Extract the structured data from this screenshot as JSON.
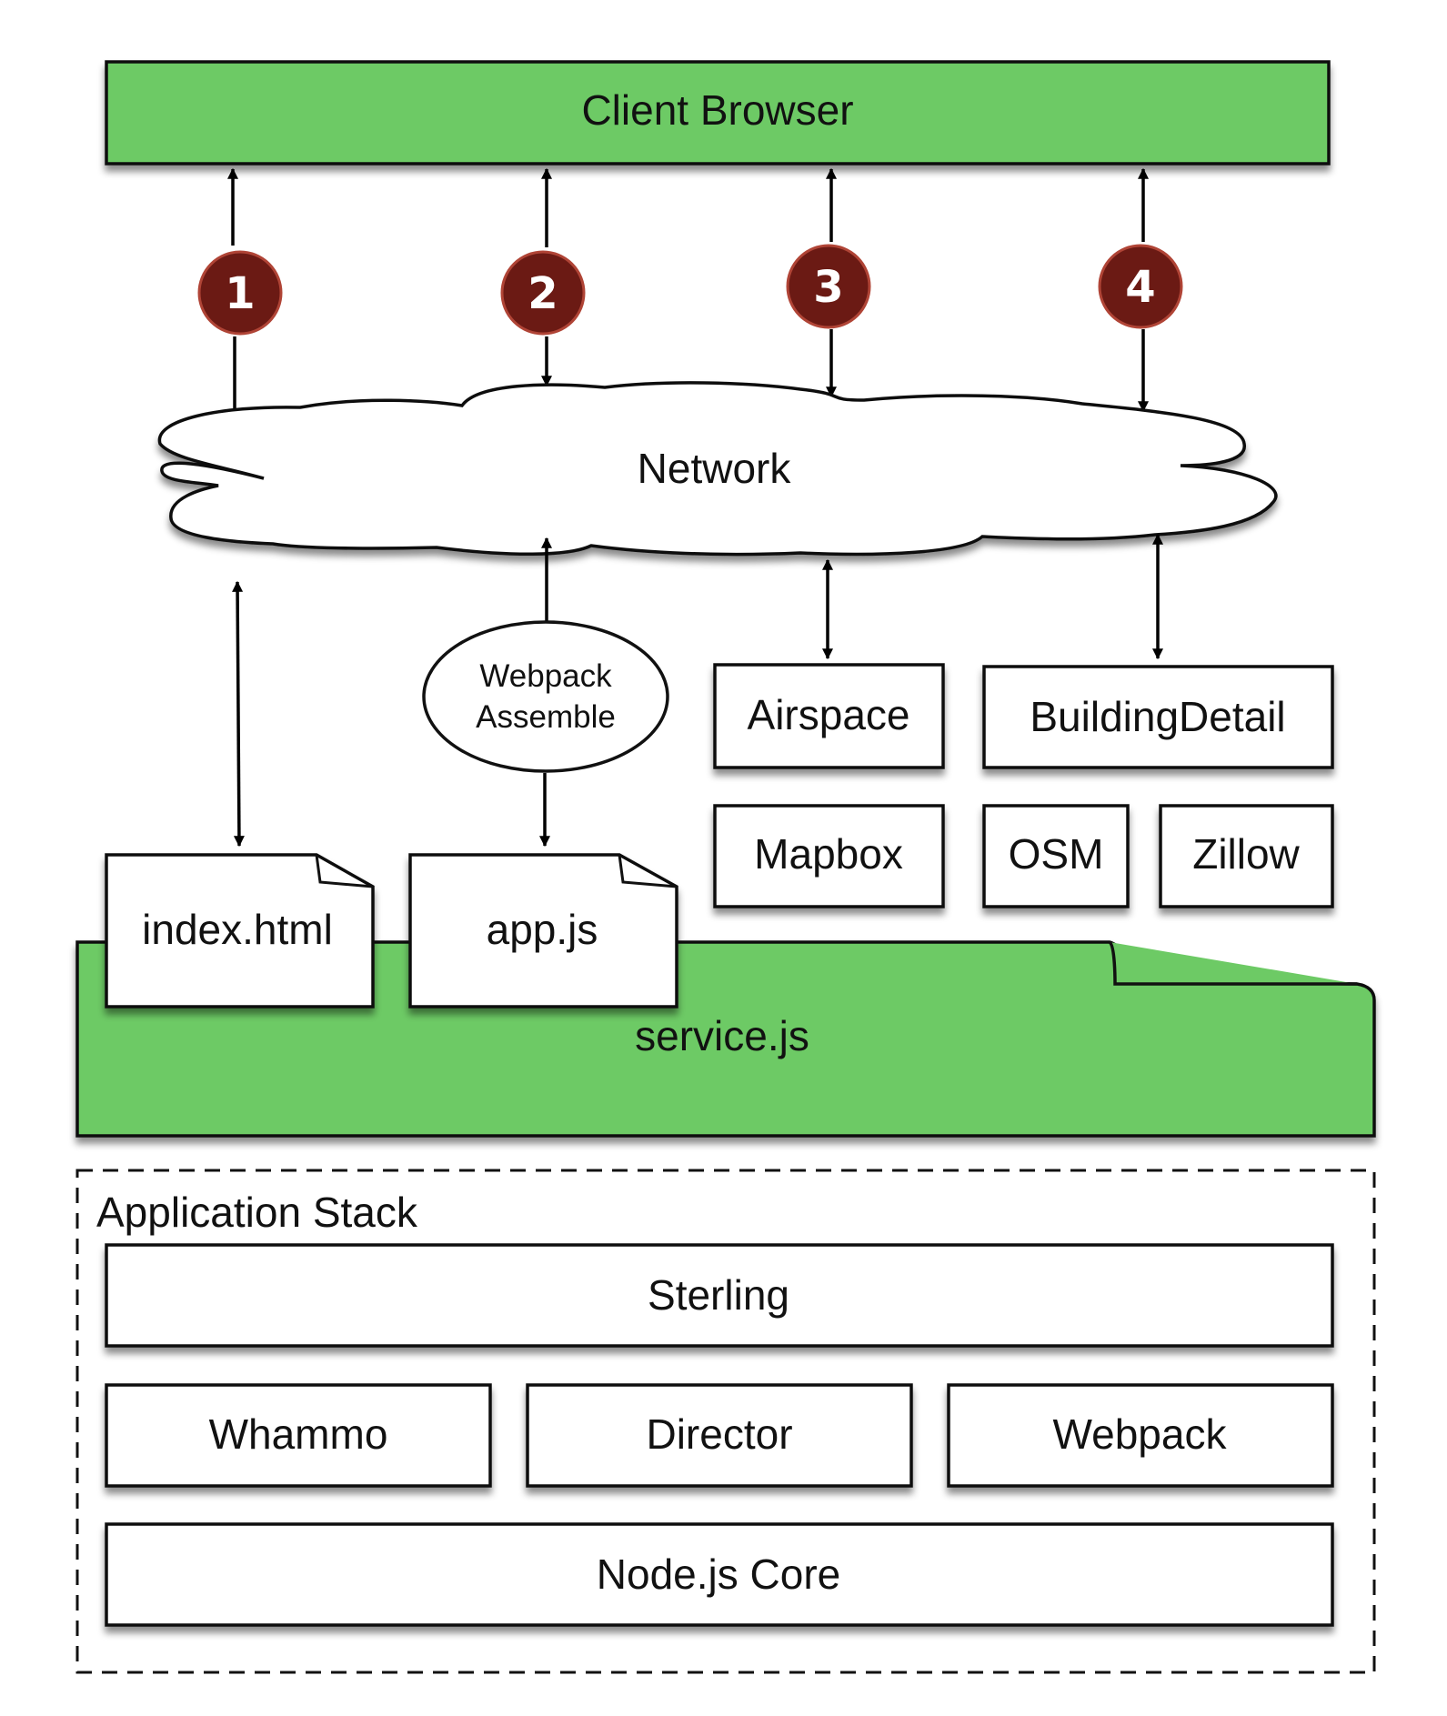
{
  "client_browser": "Client Browser",
  "network": "Network",
  "steps": [
    "1",
    "2",
    "3",
    "4"
  ],
  "webpack_assemble": [
    "Webpack",
    "Assemble"
  ],
  "files": {
    "index": "index.html",
    "app": "app.js"
  },
  "service": "service.js",
  "services": {
    "airspace": "Airspace",
    "building_detail": "BuildingDetail",
    "mapbox": "Mapbox",
    "osm": "OSM",
    "zillow": "Zillow"
  },
  "stack": {
    "title": "Application Stack",
    "sterling": "Sterling",
    "whammo": "Whammo",
    "director": "Director",
    "webpack": "Webpack",
    "node_core": "Node.js Core"
  },
  "colors": {
    "green": "#6dca65",
    "badge": "#6b1a14",
    "badge_ring": "#b04436"
  }
}
